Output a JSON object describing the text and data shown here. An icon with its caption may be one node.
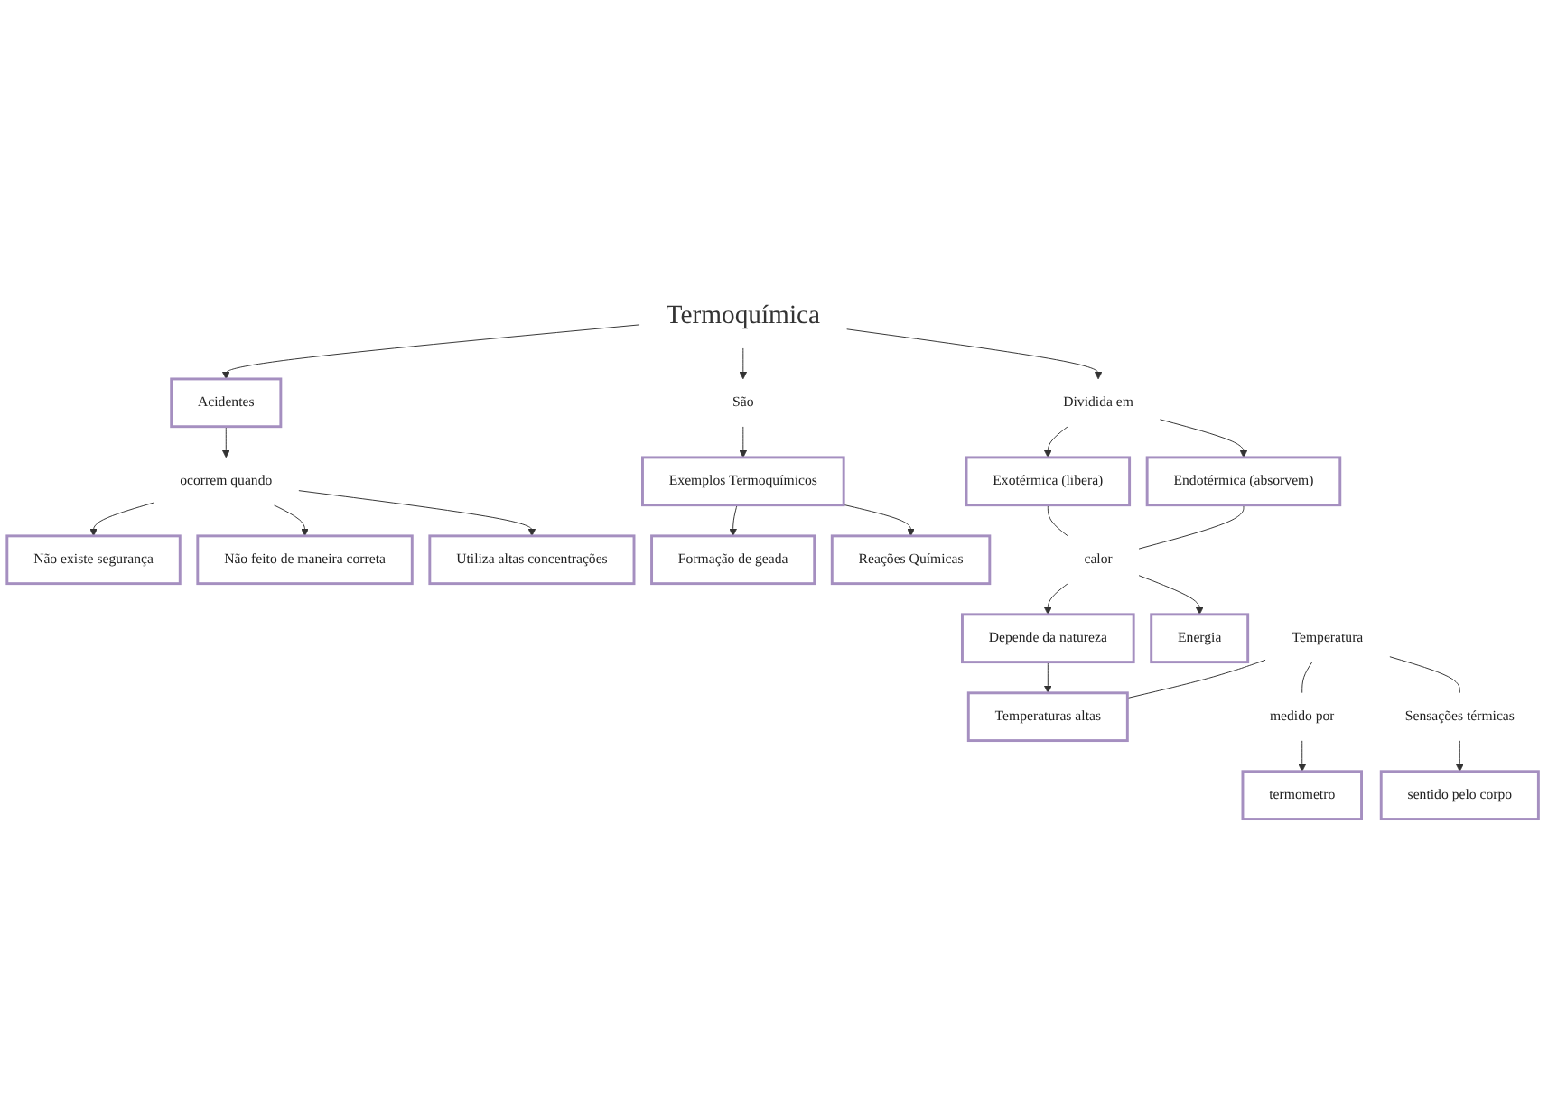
{
  "diagram": {
    "nodes": [
      {
        "text": [
          "Termoquímica"
        ]
      },
      {
        "text": [
          "São"
        ]
      },
      {
        "text": [
          "Dividida em"
        ]
      },
      {
        "text": [
          "Acidentes"
        ]
      },
      {
        "text": [
          "Exemplos Termoquímicos"
        ]
      },
      {
        "text": [
          "Exotérmica (libera)"
        ]
      },
      {
        "text": [
          "Endotérmica (absorvem)"
        ]
      },
      {
        "text": [
          "ocorrem quando"
        ]
      },
      {
        "text": [
          "Não existe segurança"
        ]
      },
      {
        "text": [
          "Não feito de maneira correta"
        ]
      },
      {
        "text": [
          "Utiliza altas concentrações"
        ]
      },
      {
        "text": [
          "Formação de geada"
        ]
      },
      {
        "text": [
          "Reações Químicas"
        ]
      },
      {
        "text": [
          "calor"
        ]
      },
      {
        "text": [
          "Depende da natureza"
        ]
      },
      {
        "text": [
          "Energia"
        ]
      },
      {
        "text": [
          "Temperaturas altas"
        ]
      },
      {
        "text": [
          "Temperatura"
        ]
      },
      {
        "text": [
          "medido por"
        ]
      },
      {
        "text": [
          "Sensações térmicas"
        ]
      },
      {
        "text": [
          "termometro"
        ]
      },
      {
        "text": [
          "sentido pelo corpo"
        ]
      }
    ],
    "edges": [
      {
        "from": 0,
        "to": 1,
        "arrow": "to"
      },
      {
        "from": 1,
        "to": 4,
        "arrow": "to"
      },
      {
        "from": 0,
        "to": 2,
        "arrow": "to"
      },
      {
        "from": 2,
        "to": 5,
        "arrow": "to"
      },
      {
        "from": 2,
        "to": 6,
        "arrow": "to"
      },
      {
        "from": 0,
        "to": 3,
        "arrow": "to"
      },
      {
        "from": 3,
        "to": 7,
        "arrow": "to"
      },
      {
        "from": 7,
        "to": 8,
        "arrow": "to"
      },
      {
        "from": 7,
        "to": 9,
        "arrow": "to"
      },
      {
        "from": 7,
        "to": 10,
        "arrow": "to"
      },
      {
        "from": 4,
        "to": 11,
        "arrow": "to"
      },
      {
        "from": 4,
        "to": 12,
        "arrow": "to"
      },
      {
        "from": 5,
        "to": 13,
        "arrow": "none"
      },
      {
        "from": 6,
        "to": 13,
        "arrow": "none"
      },
      {
        "from": 13,
        "to": 14,
        "arrow": "to"
      },
      {
        "from": 13,
        "to": 15,
        "arrow": "to"
      },
      {
        "from": 14,
        "to": 16,
        "arrow": "to"
      },
      {
        "from": 17,
        "to": 16,
        "arrow": "none"
      },
      {
        "from": 17,
        "to": 18,
        "arrow": "none"
      },
      {
        "from": 17,
        "to": 19,
        "arrow": "none"
      },
      {
        "from": 18,
        "to": 20,
        "arrow": "to"
      },
      {
        "from": 19,
        "to": 21,
        "arrow": "to"
      }
    ]
  }
}
